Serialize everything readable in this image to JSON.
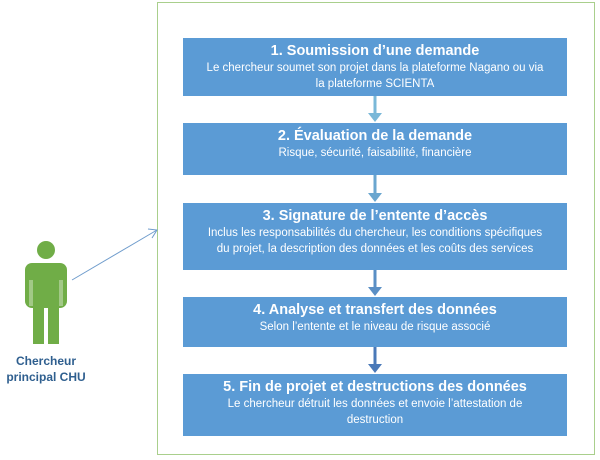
{
  "actor": {
    "label_line1": "Chercheur",
    "label_line2": "principal CHU"
  },
  "steps": [
    {
      "title": "1. Soumission d’une demande",
      "line1": "Le chercheur soumet son projet dans la plateforme Nagano ou via",
      "line2": "la plateforme SCIENTA"
    },
    {
      "title": "2. Évaluation de la demande",
      "line1": "Risque, sécurité, faisabilité, financière"
    },
    {
      "title": "3. Signature de l’entente d’accès",
      "line1": "Inclus les responsabilités du chercheur, les conditions spécifiques",
      "line2": "du projet, la description des données et les coûts des services"
    },
    {
      "title": "4. Analyse et transfert des données",
      "line1": "Selon l’entente et le niveau de risque associé"
    },
    {
      "title": "5. Fin de projet et destructions des données",
      "line1": "Le chercheur détruit les données et envoie l’attestation de",
      "line2": "destruction"
    }
  ],
  "colors": {
    "step_fill": "#5b9bd5",
    "arrow_top": "#7ab8d8",
    "arrow_bottom": "#4a79b8",
    "actor_fill": "#70ad47",
    "frame_border": "#a9cf8c",
    "actor_label": "#2f5f8f"
  }
}
